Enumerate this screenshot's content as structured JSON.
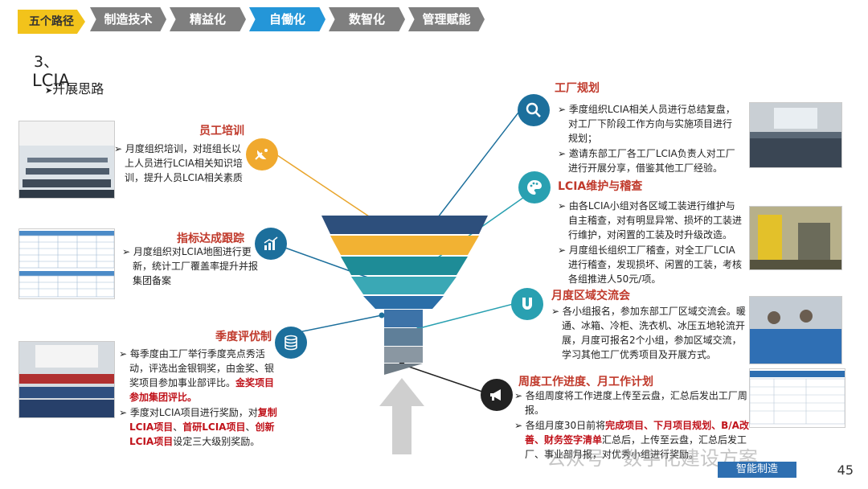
{
  "nav": {
    "home": "五个路径",
    "tabs": [
      "制造技术",
      "精益化",
      "自働化",
      "数智化",
      "管理赋能"
    ],
    "active_index": 2
  },
  "section": {
    "number": "3、",
    "name": "LCIA",
    "subtitle": "开展思路"
  },
  "left_items": [
    {
      "title": "员工培训",
      "icon": "satellite-dish-icon",
      "bullets": [
        [
          {
            "t": "月度组织培训，对班组长以上人员进行LCIA相关知识培训，提升人员LCIA相关素质"
          }
        ]
      ]
    },
    {
      "title": "指标达成跟踪",
      "icon": "bar-chart-icon",
      "bullets": [
        [
          {
            "t": "月度组织对LCIA地图进行更新，统计工厂覆盖率提升并报集团备案"
          }
        ]
      ]
    },
    {
      "title": "季度评优制",
      "icon": "database-icon",
      "bullets": [
        [
          {
            "t": "每季度由工厂举行季度亮点秀活动，评选出金银铜奖，由金奖、银奖项目参加事业部评比。"
          },
          {
            "t": "金奖项目参加集团评比。",
            "red": true
          }
        ],
        [
          {
            "t": "季度对LCIA项目进行奖励，对"
          },
          {
            "t": "复制LCIA项目",
            "red": true
          },
          {
            "t": "、"
          },
          {
            "t": "首研LCIA项目",
            "red": true
          },
          {
            "t": "、"
          },
          {
            "t": "创新LCIA项目",
            "red": true
          },
          {
            "t": "设定三大级别奖励。"
          }
        ]
      ]
    }
  ],
  "right_items": [
    {
      "title": "工厂规划",
      "icon": "search-icon",
      "bullets": [
        [
          {
            "t": "季度组织LCIA相关人员进行总结复盘，对工厂下阶段工作方向与实施项目进行规划；"
          }
        ],
        [
          {
            "t": "邀请东部工厂各工厂LCIA负责人对工厂进行开展分享，借鉴其他工厂经验。"
          }
        ]
      ]
    },
    {
      "title": "LCIA维护与稽查",
      "icon": "palette-icon",
      "bullets": [
        [
          {
            "t": "由各LCIA小组对各区域工装进行维护与自主稽查，对有明显异常、损坏的工装进行维护，对闲置的工装及时升级改造。"
          }
        ],
        [
          {
            "t": "月度组长组织工厂稽查，对全工厂LCIA进行稽查，发现损坏、闲置的工装，考核各组推进人50元/项。"
          }
        ]
      ]
    },
    {
      "title": "月度区域交流会",
      "icon": "magnet-icon",
      "bullets": [
        [
          {
            "t": "各小组报名，参加东部工厂区域交流会。暖通、冰箱、冷柜、洗衣机、冰压五地轮流开展，月度可报名2个小组，参加区域交流，学习其他工厂优秀项目及开展方式。"
          }
        ]
      ]
    },
    {
      "title": "周度工作进度、月工作计划",
      "icon": "megaphone-icon",
      "bullets": [
        [
          {
            "t": "各组周度将工作进度上传至云盘，汇总后发出工厂周报。"
          }
        ],
        [
          {
            "t": "各组月度30日前将"
          },
          {
            "t": "完成项目、下月项目规划、B/A改善、财务签字清单",
            "red": true
          },
          {
            "t": "汇总后，上传至云盘，汇总后发工厂、事业部月报，对优秀小组进行奖励。"
          }
        ]
      ]
    }
  ],
  "colors": {
    "funnel": [
      "#2d4f7c",
      "#f2b233",
      "#1e8c97",
      "#3aa8b5",
      "#2a6ea8",
      "#3d73a8",
      "#5f7f99",
      "#8a97a2"
    ],
    "icons_left": [
      "#f0a92e",
      "#1c6f9c",
      "#1c6f9c"
    ],
    "icons_right": [
      "#1c6f9c",
      "#29a0b1",
      "#29a0b1",
      "#222222"
    ]
  },
  "footer": {
    "tag": "智能制造",
    "page": "45",
    "watermark": "公众号 · 数字化建设方案"
  }
}
